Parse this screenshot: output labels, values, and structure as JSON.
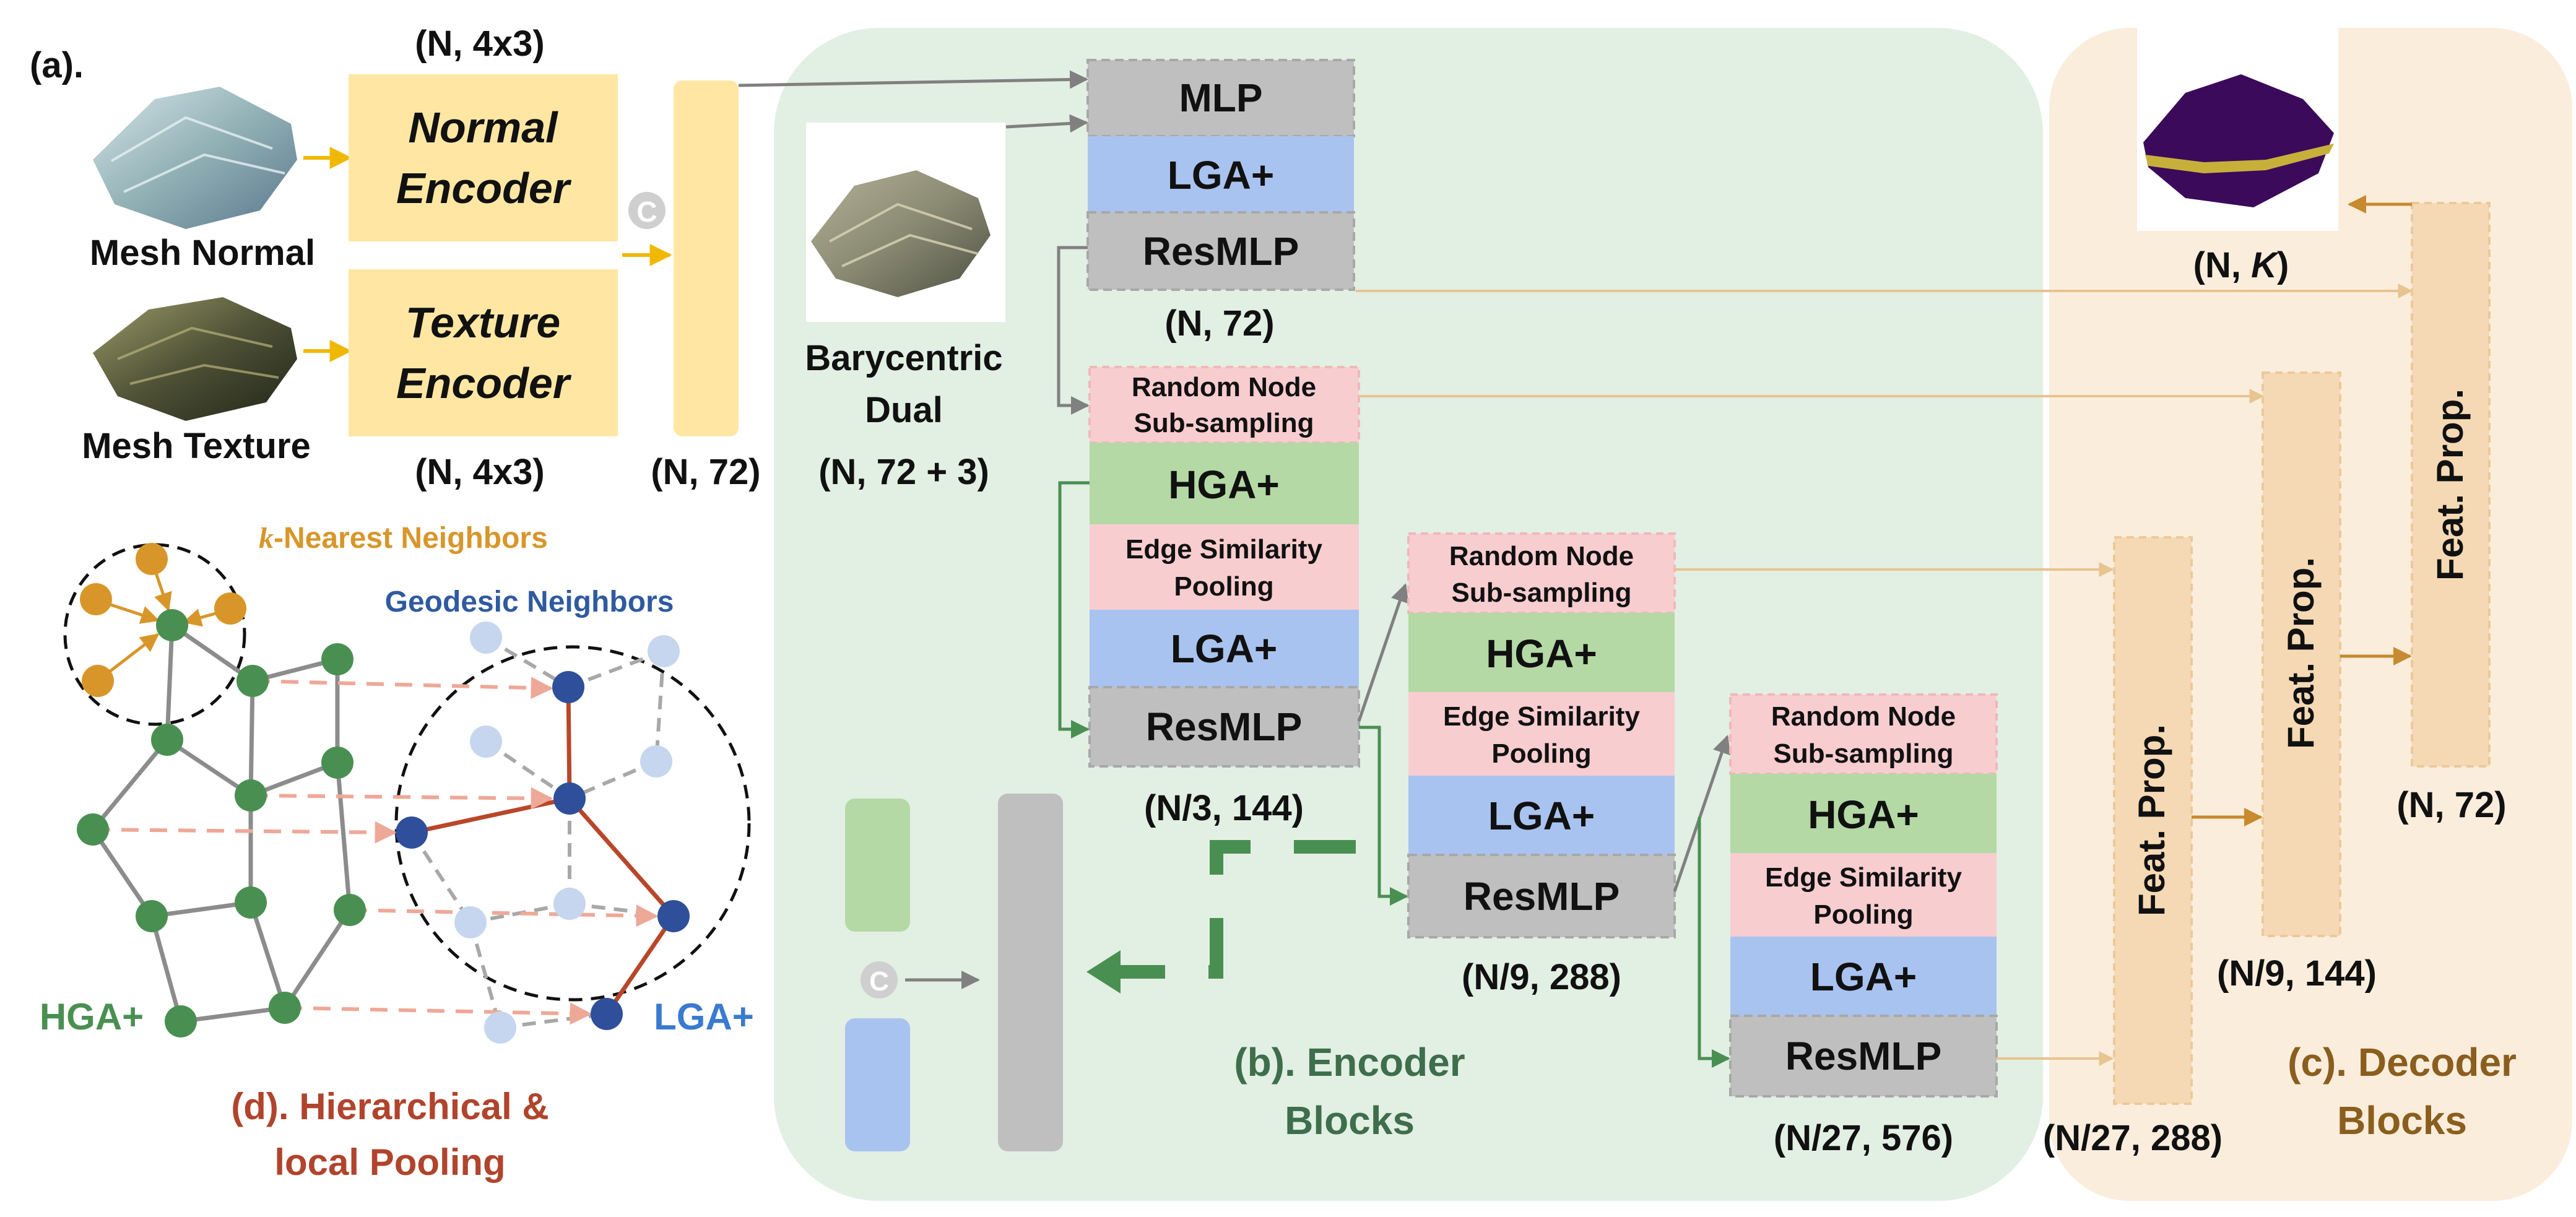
{
  "panel_a": {
    "tag": "(a).",
    "mesh_normal_label": "Mesh Normal",
    "mesh_texture_label": "Mesh Texture",
    "normal_encoder": [
      "Normal",
      "Encoder"
    ],
    "texture_encoder": [
      "Texture",
      "Encoder"
    ],
    "normal_shape": "(N, 4x3)",
    "texture_shape": "(N, 4x3)",
    "concat_shape": "(N, 72)",
    "concat_symbol": "C"
  },
  "barycentric": {
    "label_line1": "Barycentric",
    "label_line2": "Dual",
    "shape": "(N, 72 + 3)"
  },
  "encoder": {
    "stage1": {
      "blocks": [
        "MLP",
        "LGA+",
        "ResMLP"
      ],
      "shape": "(N, 72)"
    },
    "stage2": {
      "sampling": [
        "Random Node",
        "Sub-sampling"
      ],
      "hga": "HGA+",
      "pooling": [
        "Edge Similarity",
        "Pooling"
      ],
      "lga": "LGA+",
      "resmlp": "ResMLP",
      "shape": "(N/3, 144)"
    },
    "stage3": {
      "sampling": [
        "Random Node",
        "Sub-sampling"
      ],
      "hga": "HGA+",
      "pooling": [
        "Edge Similarity",
        "Pooling"
      ],
      "lga": "LGA+",
      "resmlp": "ResMLP",
      "shape": "(N/9, 288)"
    },
    "stage4": {
      "sampling": [
        "Random Node",
        "Sub-sampling"
      ],
      "hga": "HGA+",
      "pooling": [
        "Edge Similarity",
        "Pooling"
      ],
      "lga": "LGA+",
      "resmlp": "ResMLP",
      "shape": "(N/27, 576)"
    },
    "legend_concat_symbol": "C",
    "title_line1": "(b). Encoder",
    "title_line2": "Blocks"
  },
  "decoder": {
    "feat_prop": "Feat. Prop.",
    "shape_l1": "(N/27, 288)",
    "shape_l2": "(N/9, 144)",
    "shape_l3": "(N, 72)",
    "output_shape_prefix": "(N, ",
    "output_shape_k": "K",
    "output_shape_suffix": ")",
    "title_line1": "(c). Decoder",
    "title_line2": "Blocks"
  },
  "panel_d": {
    "knn_k": "k",
    "knn_label": "-Nearest Neighbors",
    "geodesic_label": "Geodesic Neighbors",
    "hga_label": "HGA+",
    "lga_label": "LGA+",
    "title_line1": "(d). Hierarchical &",
    "title_line2": "local Pooling"
  },
  "colors": {
    "encoder_bg": "#e2efe3",
    "decoder_bg": "#fbeddc",
    "yellow_block": "#ffe7a3",
    "gray_block": "#bfbfbf",
    "blue_block": "#a9c3f0",
    "green_block": "#b4d9a5",
    "pink_block": "#f8cdd0",
    "decoder_block": "#f4d9b4",
    "green_node": "#4a8f52",
    "blue_node": "#2f4f9a",
    "light_blue_node": "#c6d6ee",
    "orange_node": "#d8962a",
    "red_edge": "#b8472a"
  }
}
